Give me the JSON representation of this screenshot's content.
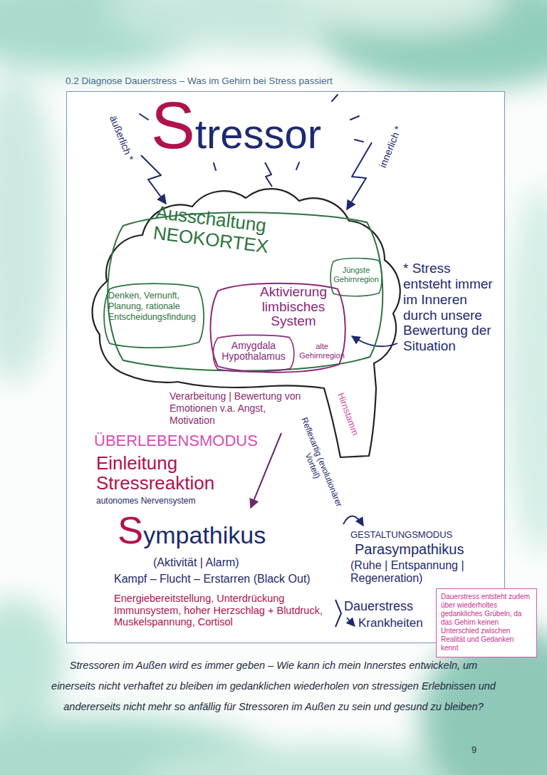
{
  "diagram": {
    "title": "0.2 Diagnose Dauerstress – Was im Gehirn bei Stress passiert",
    "nodes": [
      {
        "text": [
          "Ausschaltung NEOKORTEX"
        ]
      },
      {
        "text": [
          "Denken, Vernunft, Planung, rationale Entscheidungsfindung"
        ],
        "in": 0
      },
      {
        "text": [
          "Jüngste Gehirnregion"
        ],
        "in": 0
      },
      {
        "text": [
          "Aktivierung limbisches System",
          "alte Gehirnregion"
        ],
        "in": 0
      },
      {
        "text": [
          "Amygdala Hypothalamus"
        ],
        "in": 3
      },
      {
        "text": [
          "Dauerstress entsteht zudem über wiederholtes gedankliches Grübeln, da das Gehirn keinen Unterschied zwischen Realität und Gedanken kennt"
        ]
      }
    ],
    "labels": [
      "Stressor",
      "äußerlich *",
      "innerlich *",
      "* Stress entsteht immer im Inneren durch unsere Bewertung der Situation",
      "Hirnstamm",
      "Reflexartig (evolutionärer Vorteil)",
      "Verarbeitung | Bewertung von Emotionen v.a. Angst, Motivation",
      "ÜBERLEBENSMODUS",
      "Einleitung Stressreaktion",
      "autonomes Nervensystem",
      "Sympathikus",
      "(Aktivität | Alarm)",
      "Kampf – Flucht – Erstarren (Black Out)",
      "Energiebereitstellung, Unterdrückung Immunsystem, hoher Herzschlag + Blutdruck, Muskelspannung, Cortisol",
      "Dauerstress",
      "Krankheiten",
      "GESTALTUNGSMODUS",
      "Parasympathikus",
      "(Ruhe | Entspannung | Regeneration)",
      "Stressoren im Außen wird es immer geben – Wie kann ich mein Innerstes entwickeln, um einerseits nicht verhaftet zu bleiben im gedanklichen wiederholen von stressigen Erlebnissen und andererseits nicht mehr so anfällig für Stressoren im Außen zu sein und gesund zu bleiben?",
      "9"
    ]
  }
}
